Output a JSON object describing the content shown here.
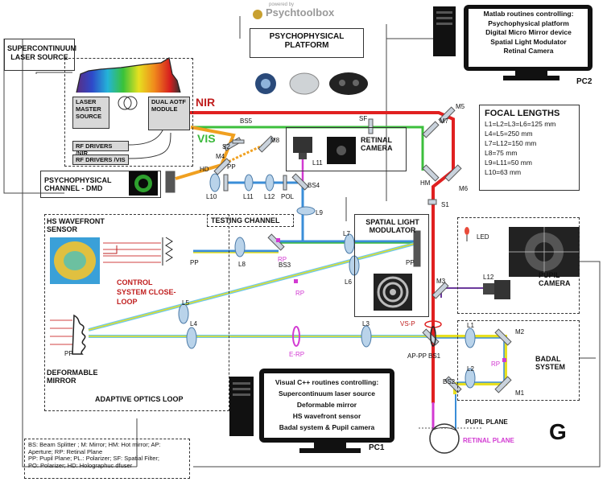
{
  "watermark": {
    "small": "powered by",
    "brand": "Psychtoolbox"
  },
  "blocks": {
    "psychophysical_platform": "PSYCHOPHYSICAL PLATFORM",
    "laser_source": "SUPERCONTINUUM LASER SOURCE",
    "laser_master": "LASER MASTER SOURCE",
    "dual_aotf": "DUAL AOTF MODULE",
    "rf_nir": "RF DRIVERS /NIR",
    "rf_vis": "RF DRIVERS /VIS",
    "psy_channel": "PSYCHOPHYSICAL CHANNEL - DMD",
    "retinal_camera": "RETINAL CAMERA",
    "testing_channel": "TESTING CHANNEL",
    "hs_sensor": "HS WAVEFRONT SENSOR",
    "slm": "SPATIAL LIGHT MODULATOR",
    "control_loop": "CONTROL SYSTEM CLOSE-LOOP",
    "deformable_mirror": "DEFORMABLE MIRROR",
    "ao_loop": "ADAPTIVE OPTICS LOOP",
    "pupil_camera": "PUPIL CAMERA",
    "badal": "BADAL SYSTEM",
    "pupil_plane": "PUPIL PLANE",
    "retinal_plane": "RETINAL  PLANE",
    "big_letter": "G"
  },
  "beams": {
    "nir": "NIR",
    "vis": "VIS"
  },
  "pc2": {
    "label": "PC2",
    "lines": [
      "Matlab routines controlling:",
      "Psychophysical platform",
      "Digital Micro Mirror device",
      "Spatial Light Modulator",
      "Retinal Camera"
    ]
  },
  "pc1": {
    "label": "PC1",
    "lines": [
      "Visual C++ routines controlling:",
      "Supercontinuum  laser source",
      "Deformable mirror",
      "HS wavefront sensor",
      "Badal system & Pupil camera"
    ]
  },
  "focal": {
    "title": "FOCAL LENGTHS",
    "lines": [
      "L1=L2=L3=L6=125  mm",
      "L4=L5=250 mm",
      "L7=L12=150 mm",
      "L8=75 mm",
      "L9=L11=50 mm",
      "L10=63 mm"
    ]
  },
  "legend": {
    "lines": [
      "BS: Beam Splitter ; M: Mirror; HM: Hot mirror; AP:",
      "Aperture;   RP: Retinal Plane",
      "PP: Pupil Plane; PL.: Polarizer; SF: Spatial Filter;",
      "PO: Polarizer; HD: Holographuc dfuser"
    ]
  },
  "components": {
    "bs5": "BS5",
    "sf": "SF",
    "m5": "M5",
    "m7": "M7",
    "m8": "M8",
    "s2": "S2",
    "m4": "M4",
    "hd": "HD",
    "pp_top": "PP",
    "l10": "L10",
    "l12": "L12",
    "l11": "L11",
    "pol": "POL",
    "bs4": "BS4",
    "l11cam": "L11",
    "l9": "L9",
    "hm": "HM",
    "m6": "M6",
    "s1": "S1",
    "l7": "L7",
    "l8": "L8",
    "rp1": "RP",
    "bs3": "BS3",
    "pp_slm": "PP",
    "l6": "L6",
    "rp2": "RP",
    "pp_hs": "PP",
    "l5": "L5",
    "l4": "L4",
    "pp_dm": "PP",
    "erp": "E-RP",
    "l3": "L3",
    "vsp": "VS-P",
    "appp": "AP-PP",
    "bs1": "BS1",
    "m3": "M3",
    "l12b": "L12",
    "led": "LED",
    "l1": "L1",
    "m2": "M2",
    "rp3": "RP",
    "l2": "L2",
    "bs2": "BS2",
    "m1": "M1"
  }
}
